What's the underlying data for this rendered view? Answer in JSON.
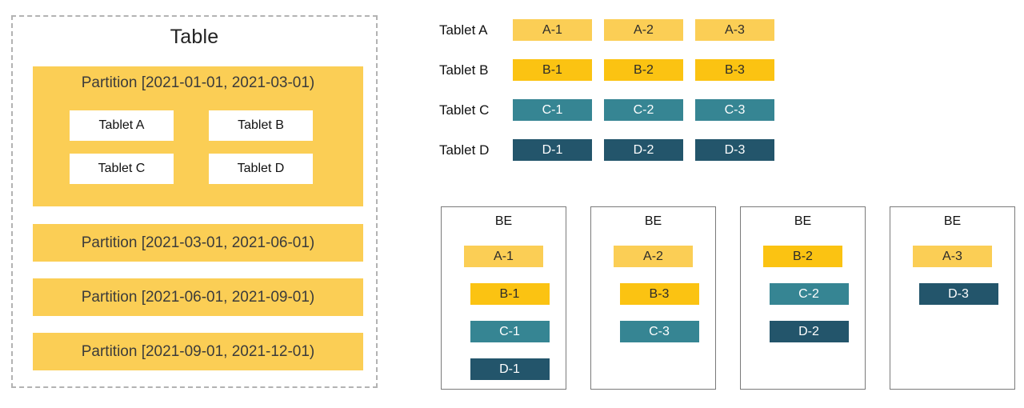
{
  "table_panel": {
    "title": "Table",
    "expanded_partition": {
      "label": "Partition [2021-01-01, 2021-03-01)",
      "tablets": [
        {
          "label": "Tablet A"
        },
        {
          "label": "Tablet B"
        },
        {
          "label": "Tablet C"
        },
        {
          "label": "Tablet D"
        }
      ]
    },
    "collapsed_partitions": [
      {
        "label": "Partition [2021-03-01, 2021-06-01)"
      },
      {
        "label": "Partition [2021-06-01, 2021-09-01)"
      },
      {
        "label": "Partition [2021-09-01, 2021-12-01)"
      }
    ]
  },
  "tablet_replicas": {
    "rows": [
      {
        "label": "Tablet A",
        "color_key": "a",
        "chips": [
          "A-1",
          "A-2",
          "A-3"
        ]
      },
      {
        "label": "Tablet B",
        "color_key": "b",
        "chips": [
          "B-1",
          "B-2",
          "B-3"
        ]
      },
      {
        "label": "Tablet C",
        "color_key": "c",
        "chips": [
          "C-1",
          "C-2",
          "C-3"
        ]
      },
      {
        "label": "Tablet D",
        "color_key": "d",
        "chips": [
          "D-1",
          "D-2",
          "D-3"
        ]
      }
    ]
  },
  "be_nodes": [
    {
      "title": "BE",
      "chips": [
        {
          "label": "A-1",
          "color_key": "a"
        },
        {
          "label": "B-1",
          "color_key": "b"
        },
        {
          "label": "C-1",
          "color_key": "c"
        },
        {
          "label": "D-1",
          "color_key": "d"
        }
      ]
    },
    {
      "title": "BE",
      "chips": [
        {
          "label": "A-2",
          "color_key": "a"
        },
        {
          "label": "B-3",
          "color_key": "b"
        },
        {
          "label": "C-3",
          "color_key": "c"
        }
      ]
    },
    {
      "title": "BE",
      "chips": [
        {
          "label": "B-2",
          "color_key": "b"
        },
        {
          "label": "C-2",
          "color_key": "c"
        },
        {
          "label": "D-2",
          "color_key": "d"
        }
      ]
    },
    {
      "title": "BE",
      "chips": [
        {
          "label": "A-3",
          "color_key": "a"
        },
        {
          "label": "D-3",
          "color_key": "d"
        }
      ]
    }
  ],
  "colors": {
    "tablet_a": "#FBCE55",
    "tablet_b": "#FBC312",
    "tablet_c": "#368593",
    "tablet_d": "#23556B",
    "partition_fill": "#FBCE55",
    "panel_border": "#B3B3B3",
    "node_border": "#7A7A7A"
  }
}
